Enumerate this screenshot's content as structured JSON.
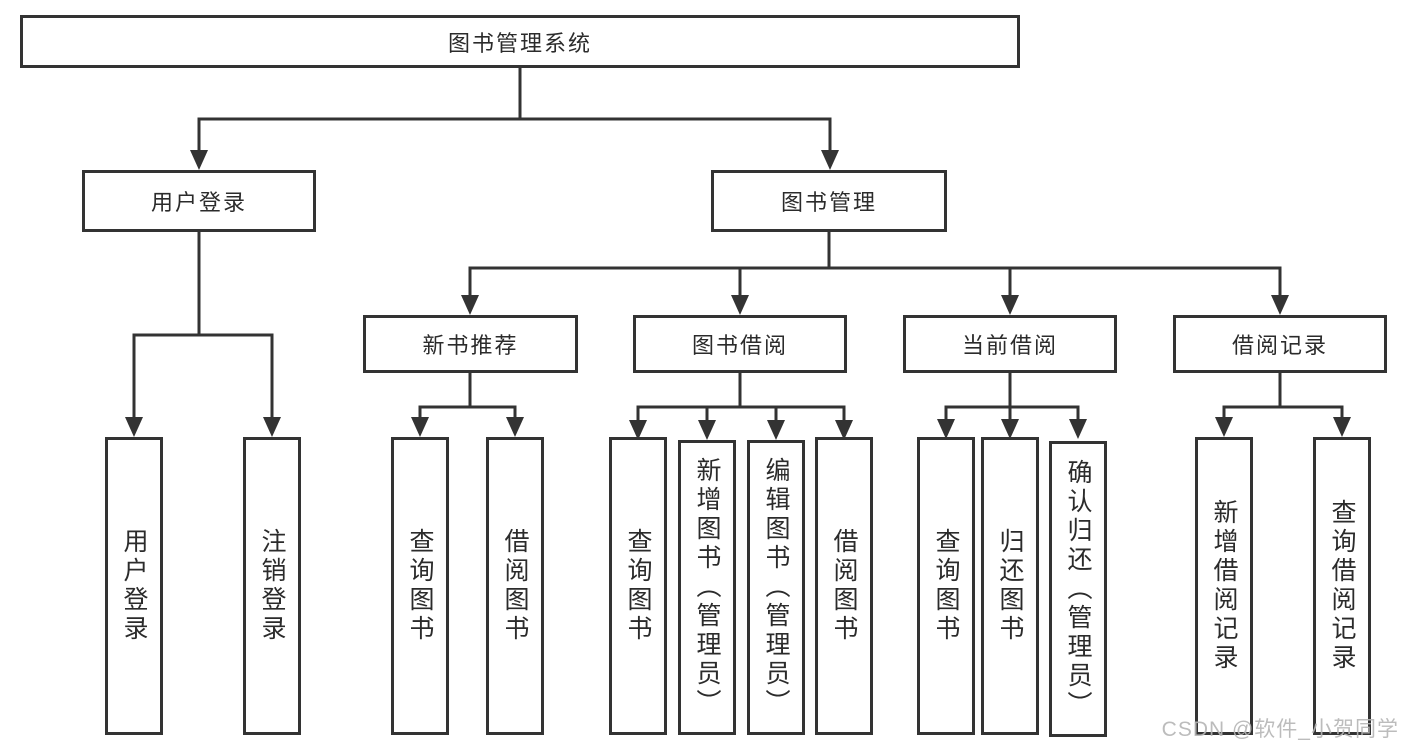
{
  "nodes": {
    "root": {
      "label": "图书管理系统"
    },
    "userLogin": {
      "label": "用户登录"
    },
    "bookMgmt": {
      "label": "图书管理"
    },
    "newBookRec": {
      "label": "新书推荐"
    },
    "bookBorrow": {
      "label": "图书借阅"
    },
    "currentBorrow": {
      "label": "当前借阅"
    },
    "borrowRecords": {
      "label": "借阅记录"
    },
    "leafUserLogin": {
      "label": "用户登录"
    },
    "leafLogout": {
      "label": "注销登录"
    },
    "leafNbQuery": {
      "label": "查询图书"
    },
    "leafNbBorrow": {
      "label": "借阅图书"
    },
    "leafBbQuery": {
      "label": "查询图书"
    },
    "leafBbAdd": {
      "label": "新增图书（管理员）"
    },
    "leafBbEdit": {
      "label": "编辑图书（管理员）"
    },
    "leafBbBorrow": {
      "label": "借阅图书"
    },
    "leafCbQuery": {
      "label": "查询图书"
    },
    "leafCbReturn": {
      "label": "归还图书"
    },
    "leafCbConfirm": {
      "label": "确认归还（管理员）"
    },
    "leafBrAdd": {
      "label": "新增借阅记录"
    },
    "leafBrQuery": {
      "label": "查询借阅记录"
    }
  },
  "edges": [
    {
      "from": "root",
      "to": [
        "userLogin",
        "bookMgmt"
      ]
    },
    {
      "from": "userLogin",
      "to": [
        "leafUserLogin",
        "leafLogout"
      ]
    },
    {
      "from": "bookMgmt",
      "to": [
        "newBookRec",
        "bookBorrow",
        "currentBorrow",
        "borrowRecords"
      ]
    },
    {
      "from": "newBookRec",
      "to": [
        "leafNbQuery",
        "leafNbBorrow"
      ]
    },
    {
      "from": "bookBorrow",
      "to": [
        "leafBbQuery",
        "leafBbAdd",
        "leafBbEdit",
        "leafBbBorrow"
      ]
    },
    {
      "from": "currentBorrow",
      "to": [
        "leafCbQuery",
        "leafCbReturn",
        "leafCbConfirm"
      ]
    },
    {
      "from": "borrowRecords",
      "to": [
        "leafBrAdd",
        "leafBrQuery"
      ]
    }
  ],
  "watermark": {
    "text": "CSDN @软件_小贺同学"
  },
  "colors": {
    "line": "#333333",
    "border": "#333333",
    "text": "#2b2b2b",
    "background": "#ffffff",
    "watermark": "#b5b5b5"
  }
}
